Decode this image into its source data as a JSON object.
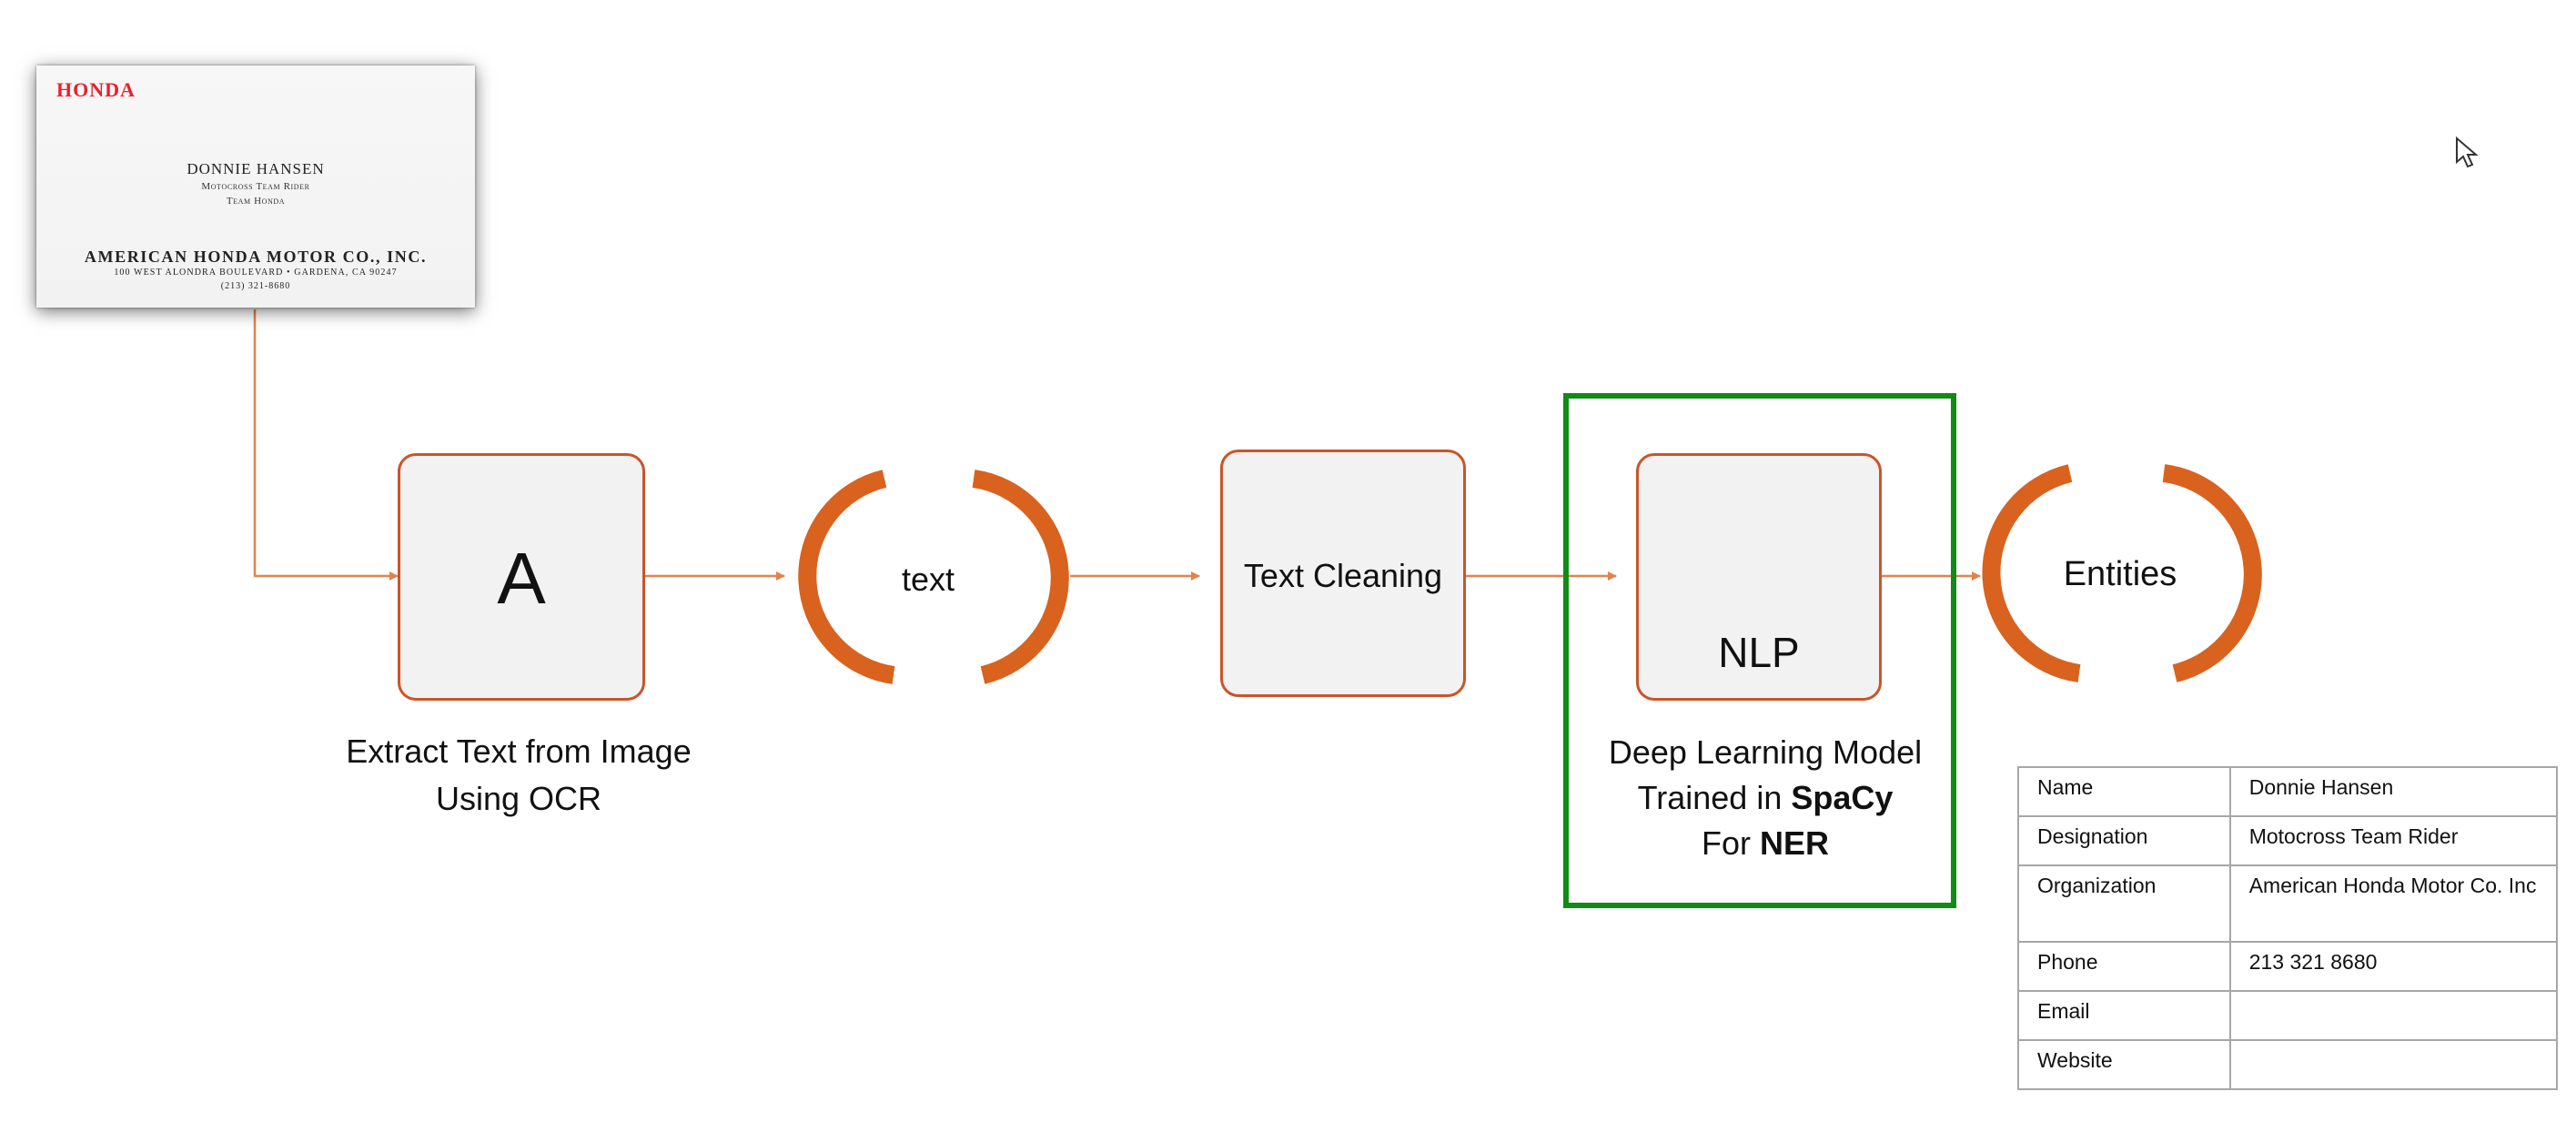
{
  "card": {
    "brand": "HONDA",
    "name": "DONNIE HANSEN",
    "title": "Motocross Team Rider",
    "team": "Team Honda",
    "organization": "AMERICAN HONDA MOTOR CO., INC.",
    "address": "100 WEST ALONDRA BOULEVARD • GARDENA, CA 90247",
    "phone": "(213) 321-8680"
  },
  "steps": {
    "ocr_letter": "A",
    "ocr_caption_line1": "Extract Text from Image",
    "ocr_caption_line2": "Using OCR",
    "text_label": "text",
    "cleaning_label": "Text Cleaning",
    "nlp_label": "NLP",
    "model_caption_line1": "Deep Learning Model",
    "model_caption_line2_pre": "Trained in ",
    "model_caption_line2_bold": "SpaCy",
    "model_caption_line3_pre": "For ",
    "model_caption_line3_bold": "NER",
    "entities_label": "Entities"
  },
  "entities": [
    {
      "field": "Name",
      "value": "Donnie Hansen"
    },
    {
      "field": "Designation",
      "value": "Motocross Team Rider"
    },
    {
      "field": "Organization",
      "value": "American Honda Motor Co. Inc"
    },
    {
      "field": "Phone",
      "value": "213 321 8680"
    },
    {
      "field": "Email",
      "value": ""
    },
    {
      "field": "Website",
      "value": ""
    }
  ],
  "colors": {
    "accent": "#c9552a",
    "arrow": "#e0834f",
    "frame": "#128a16",
    "brand": "#e8212d"
  },
  "icons": [
    "brain-gears-icon",
    "scan-corners-icon",
    "cursor-icon"
  ]
}
